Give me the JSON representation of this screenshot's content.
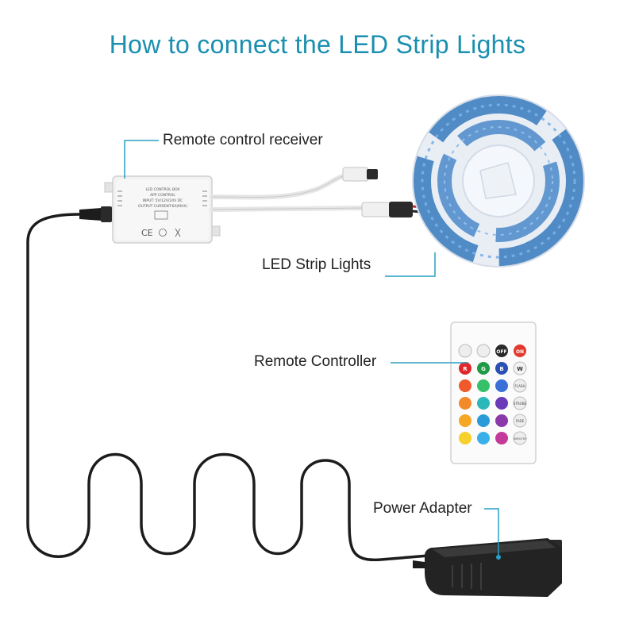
{
  "title": "How to connect the LED Strip Lights",
  "labels": {
    "receiver": "Remote control receiver",
    "strip": "LED Strip Lights",
    "remote": "Remote Controller",
    "adapter": "Power Adapter"
  },
  "receiver_box": {
    "line1": "LED CONTROL BOX",
    "line2": "APP CONTROL",
    "line3": "INPUT: 5V/12V/24V DC",
    "line4": "OUTPUT CURRENT:6A(MAX)",
    "marks": "CE"
  },
  "remote_buttons": {
    "off": "OFF",
    "on": "ON",
    "r": "R",
    "g": "G",
    "b": "B",
    "w": "W",
    "flash": "FLASH",
    "strobe": "STROBE",
    "fade": "FADE",
    "smooth": "SMOOTH"
  },
  "colors": {
    "title": "#1a8fb0",
    "leader": "#2a9fc4",
    "cable": "#1c1c1c",
    "strip": "#3f7fc0"
  }
}
